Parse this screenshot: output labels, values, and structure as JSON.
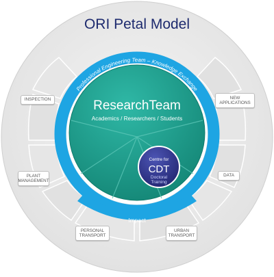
{
  "title": "ORI Petal Model",
  "ring_text": "Professional Engineering Team – Knowledge Exchange",
  "core": {
    "title": "ResearchTeam",
    "subtitle": "Academics / Researchers / Students"
  },
  "cdt": {
    "top": "Centre for",
    "main": "CDT",
    "line1": "Doctoral",
    "line2": "Training"
  },
  "impact": "Impact",
  "petals": {
    "inspection": "INSPECTION",
    "new_applications": "NEW\nAPPLICATIONS",
    "plant_management": "PLANT\nMANAGEMENT",
    "data": "DATA",
    "personal_transport": "PERSONAL\nTRANSPORT",
    "urban_transport": "URBAN\nTRANSPORT"
  },
  "colors": {
    "outer_disc": "#ececec",
    "petal": "#e4e4e4",
    "ring_blue": "#1ea5e3",
    "core_teal": "#1a9a8a",
    "cdt_navy": "#2b2f82",
    "title_navy": "#1d2a6e"
  }
}
